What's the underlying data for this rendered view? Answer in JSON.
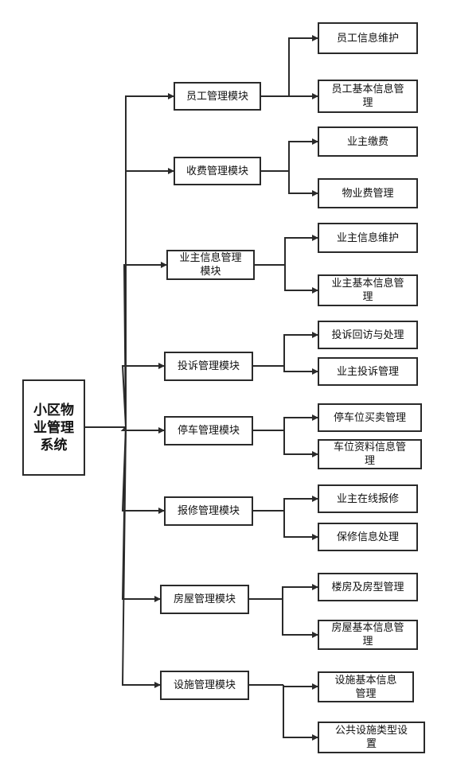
{
  "root": {
    "label": "小区物\n业管理\n系统"
  },
  "modules": [
    {
      "label": "员工管理模块",
      "children": [
        "员工信息维护",
        "员工基本信息管\n理"
      ]
    },
    {
      "label": "收费管理模块",
      "children": [
        "业主缴费",
        "物业费管理"
      ]
    },
    {
      "label": "业主信息管理\n模块",
      "children": [
        "业主信息维护",
        "业主基本信息管\n理"
      ]
    },
    {
      "label": "投诉管理模块",
      "children": [
        "投诉回访与处理",
        "业主投诉管理"
      ]
    },
    {
      "label": "停车管理模块",
      "children": [
        "停车位买卖管理",
        "车位资料信息管\n理"
      ]
    },
    {
      "label": "报修管理模块",
      "children": [
        "业主在线报修",
        "保修信息处理"
      ]
    },
    {
      "label": "房屋管理模块",
      "children": [
        "楼房及房型管理",
        "房屋基本信息管\n理"
      ]
    },
    {
      "label": "设施管理模块",
      "children": [
        "设施基本信息\n管理",
        "公共设施类型设\n置"
      ]
    }
  ]
}
